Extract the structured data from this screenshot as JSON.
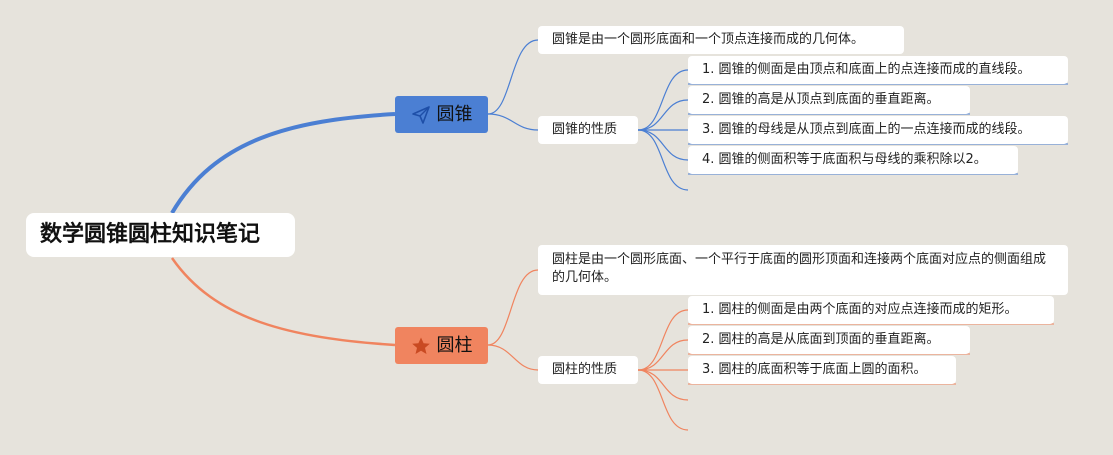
{
  "root": {
    "title": "数学圆锥圆柱知识笔记"
  },
  "colors": {
    "cone": "#4b7fd3",
    "cylinder": "#f0845f",
    "background": "#e6e3dc"
  },
  "branches": [
    {
      "label": "圆锥",
      "icon": "paper-plane-icon",
      "definition": "圆锥是由一个圆形底面和一个顶点连接而成的几何体。",
      "properties_title": "圆锥的性质",
      "properties": [
        "1. 圆锥的侧面是由顶点和底面上的点连接而成的直线段。",
        "2. 圆锥的高是从顶点到底面的垂直距离。",
        "3. 圆锥的母线是从顶点到底面上的一点连接而成的线段。",
        "4. 圆锥的侧面积等于底面积与母线的乘积除以2。"
      ]
    },
    {
      "label": "圆柱",
      "icon": "star-icon",
      "definition": "圆柱是由一个圆形底面、一个平行于底面的圆形顶面和连接两个底面对应点的侧面组成的几何体。",
      "properties_title": "圆柱的性质",
      "properties": [
        "1. 圆柱的侧面是由两个底面的对应点连接而成的矩形。",
        "2. 圆柱的高是从底面到顶面的垂直距离。",
        "3. 圆柱的底面积等于底面上圆的面积。"
      ]
    }
  ]
}
